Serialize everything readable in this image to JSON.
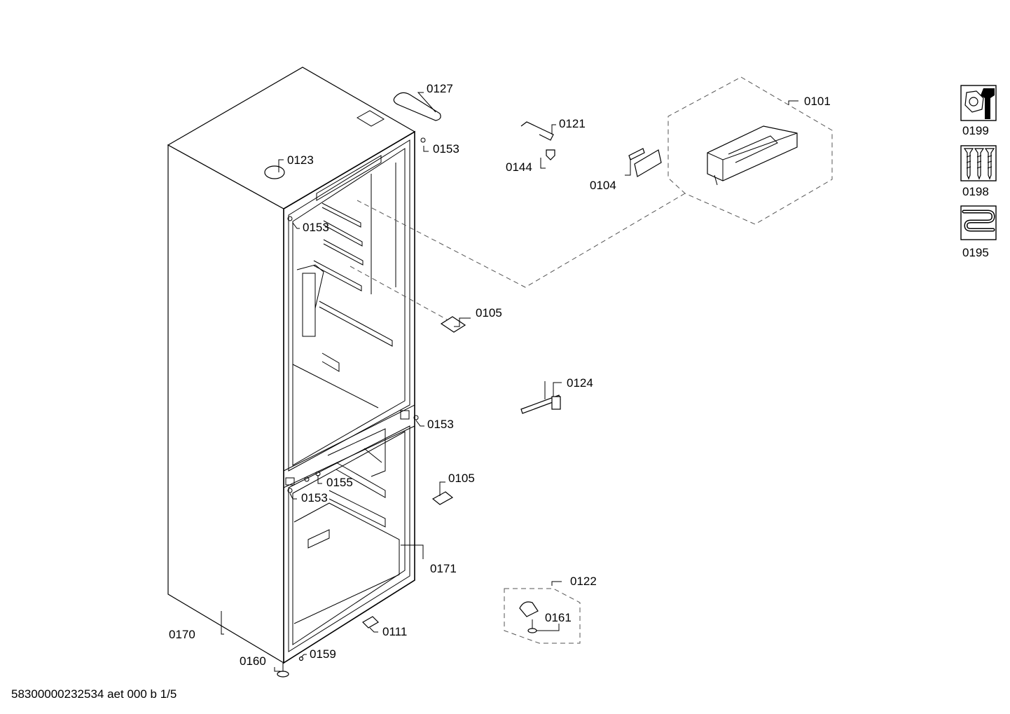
{
  "labels": {
    "l0127": "0127",
    "l0121": "0121",
    "l0101": "0101",
    "l0153a": "0153",
    "l0123": "0123",
    "l0144": "0144",
    "l0104": "0104",
    "l0153b": "0153",
    "l0105a": "0105",
    "l0124": "0124",
    "l0153c": "0153",
    "l0105b": "0105",
    "l0155": "0155",
    "l0153d": "0153",
    "l0171": "0171",
    "l0122": "0122",
    "l0161": "0161",
    "l0170": "0170",
    "l0111": "0111",
    "l0159": "0159",
    "l0160": "0160",
    "l0199": "0199",
    "l0198": "0198",
    "l0195": "0195"
  },
  "footer": {
    "code": "58300000232534 aet 000 b 1/5"
  },
  "icons": {
    "i0199": "nut-wrench-icon",
    "i0198": "screws-icon",
    "i0195": "heating-coil-icon"
  }
}
